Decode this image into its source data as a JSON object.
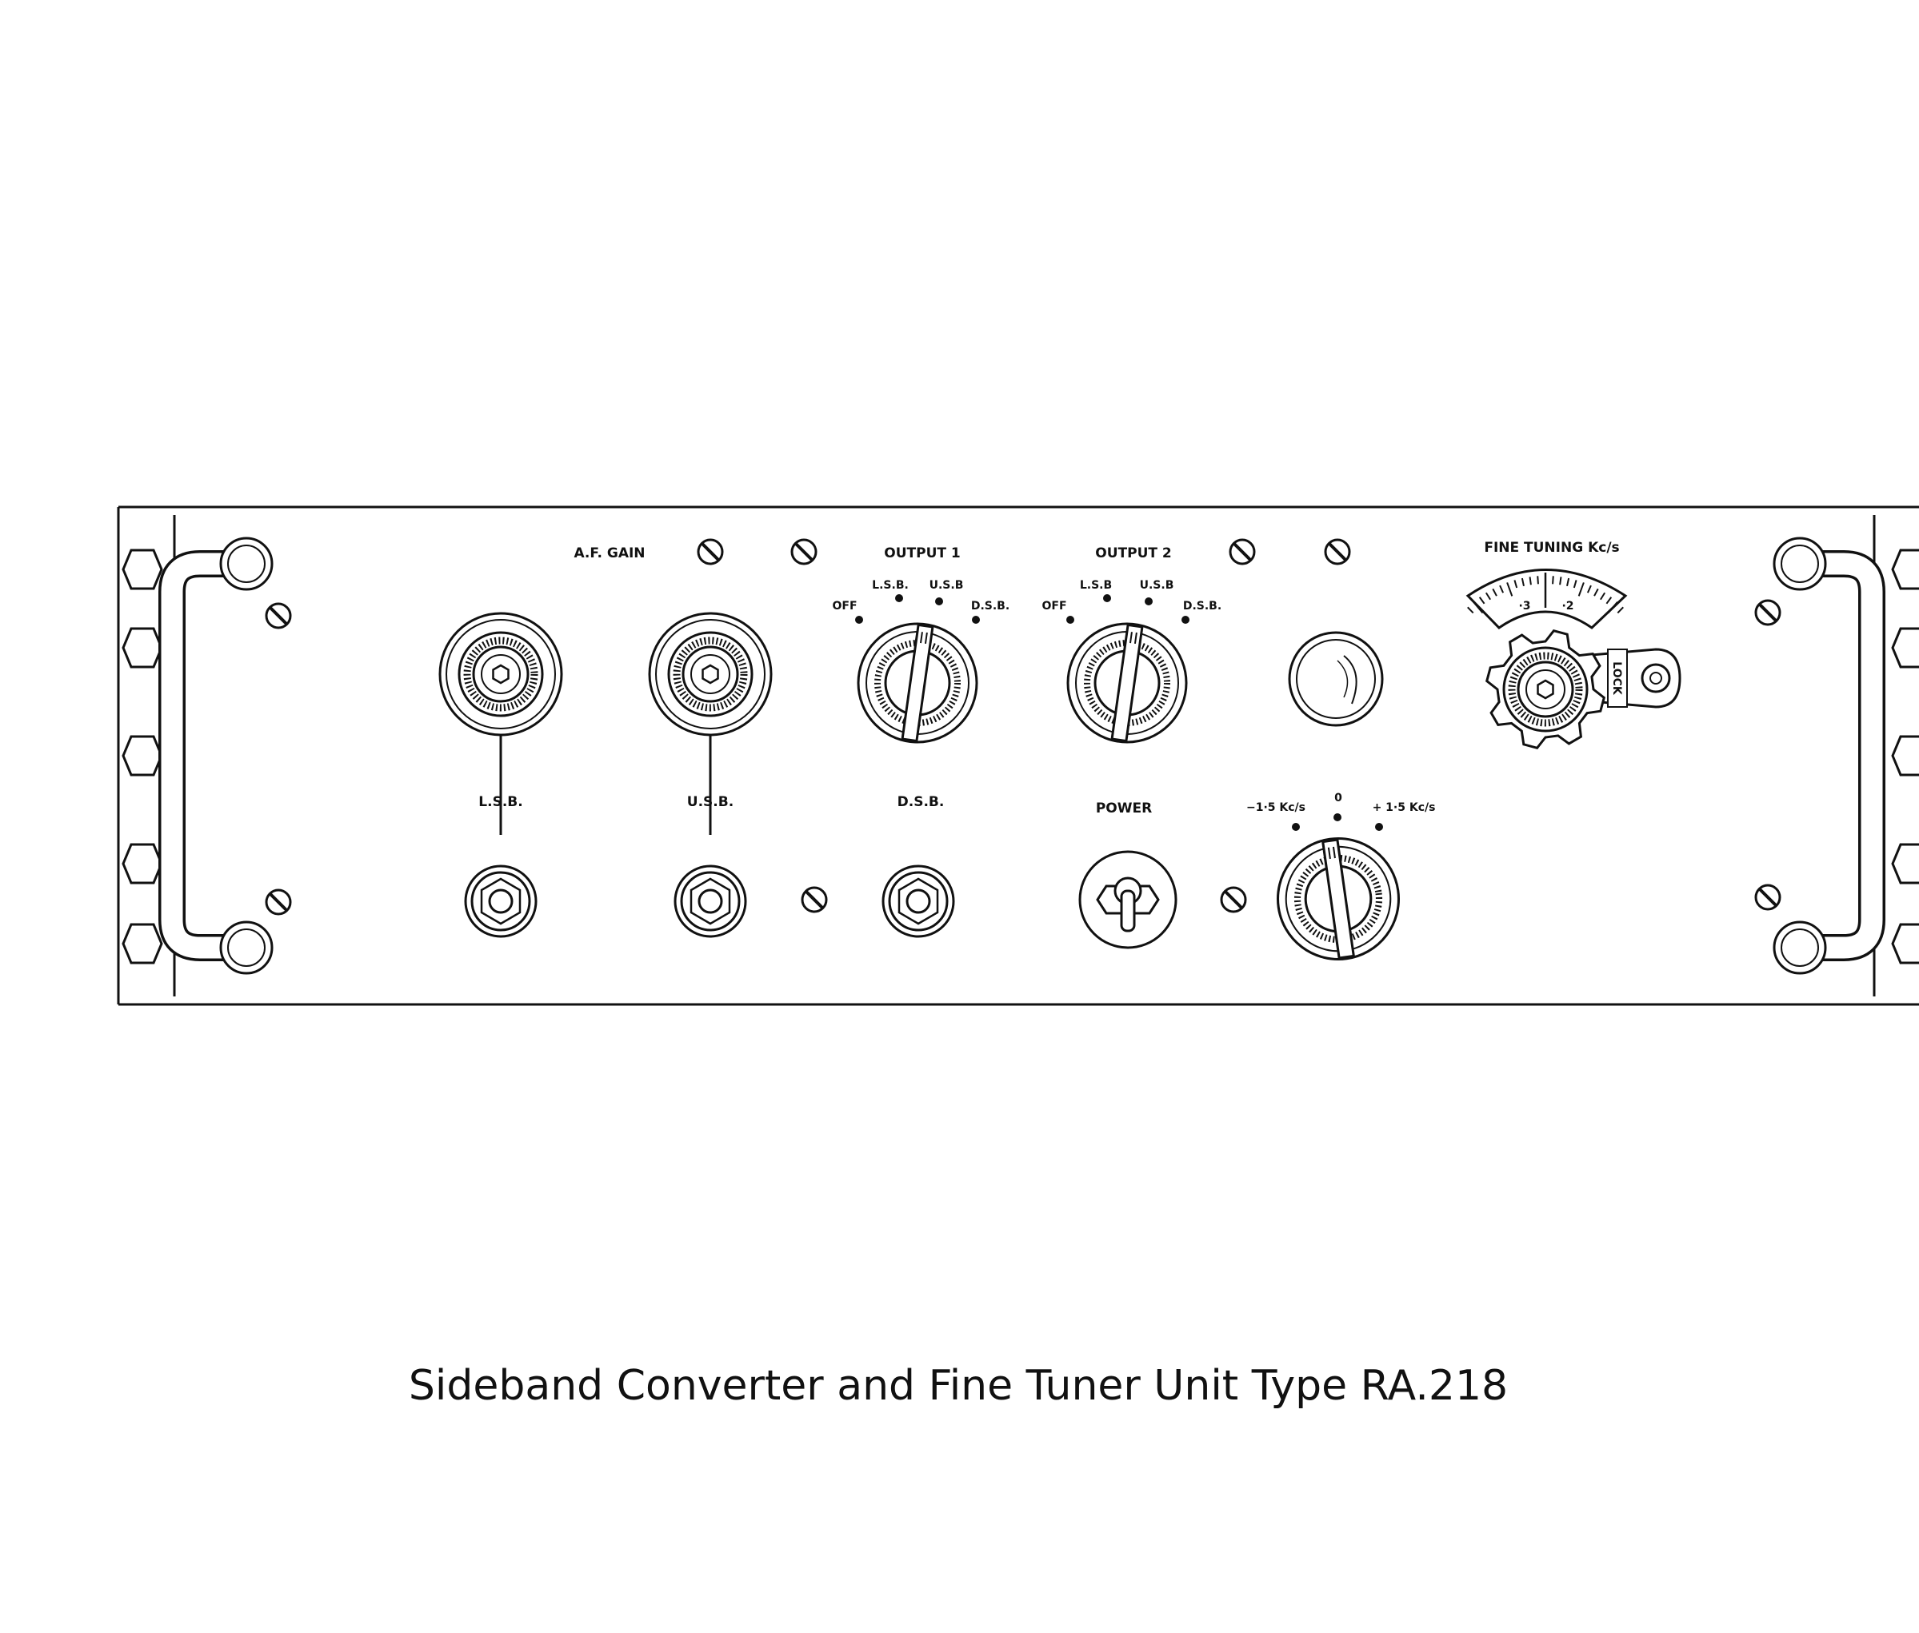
{
  "caption": "Sideband Converter and Fine Tuner Unit Type RA.218",
  "panel": {
    "af_gain_label": "A.F. GAIN",
    "output1": {
      "title": "OUTPUT 1",
      "positions": [
        "OFF",
        "L.S.B.",
        "U.S.B",
        "D.S.B."
      ]
    },
    "output2": {
      "title": "OUTPUT 2",
      "positions": [
        "OFF",
        "L.S.B",
        "U.S.B",
        "D.S.B."
      ]
    },
    "jacks": {
      "lsb_label": "L.S.B.",
      "usb_label": "U.S.B.",
      "dsb_label": "D.S.B."
    },
    "power_label": "POWER",
    "offset_switch": {
      "minus_label": "−1·5 Kc/s",
      "zero_label": "0",
      "plus_label": "+ 1·5 Kc/s"
    },
    "fine_tuning": {
      "title": "FINE TUNING  Kc/s",
      "scale_labels": [
        "·3",
        "·2"
      ],
      "lock_label": "LOCK"
    }
  },
  "ink_color": "#111111",
  "paper_color": "#ffffff"
}
